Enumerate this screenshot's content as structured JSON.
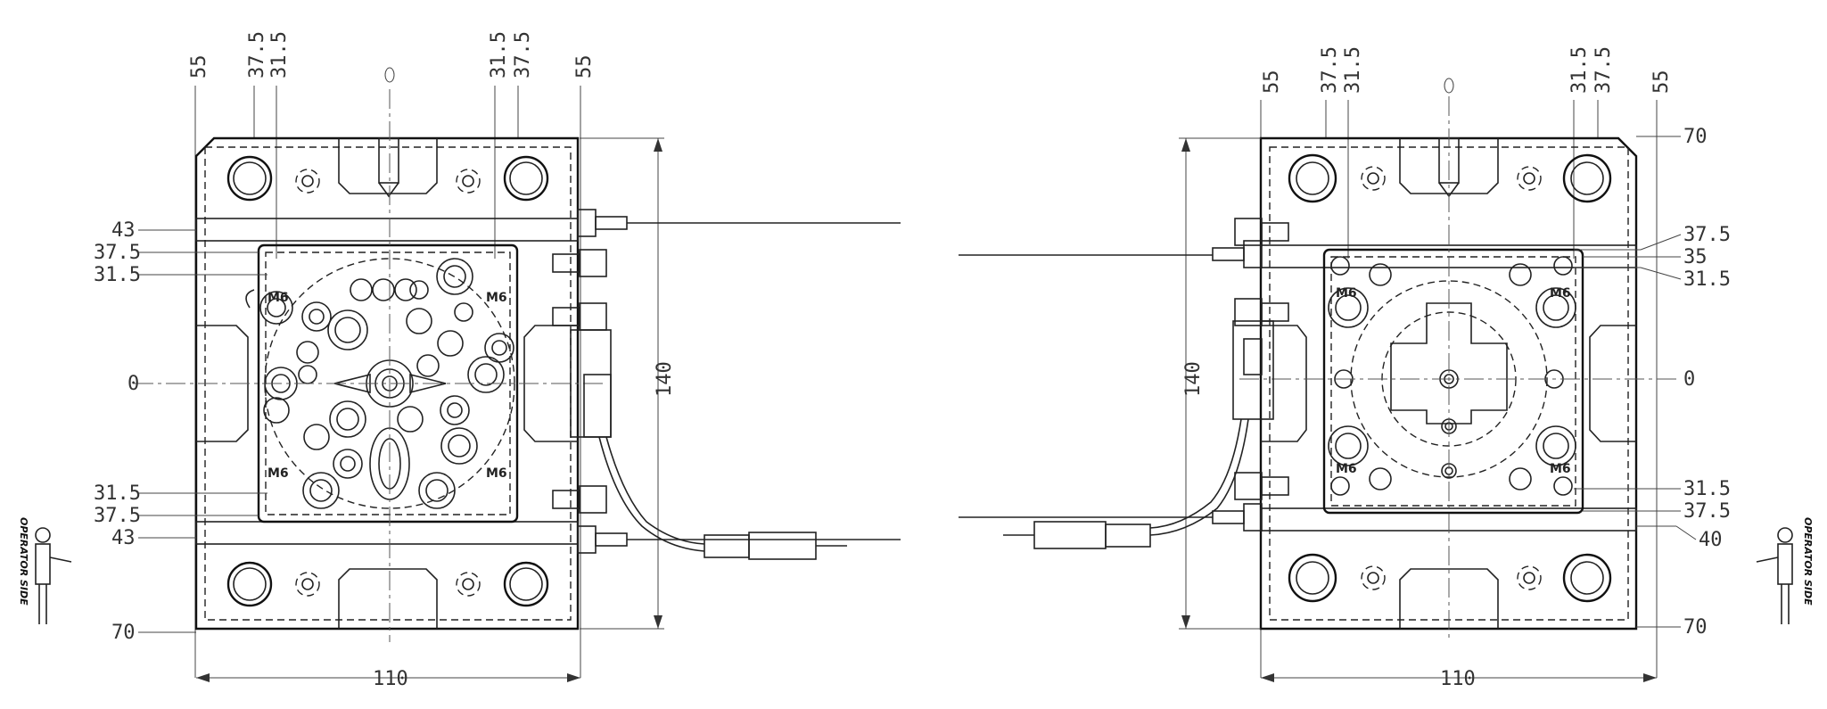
{
  "left_view": {
    "top_labels": [
      "55",
      "37.5",
      "31.5",
      "31.5",
      "37.5",
      "55"
    ],
    "side_labels": [
      "43",
      "37.5",
      "31.5",
      "0",
      "31.5",
      "37.5",
      "43",
      "70"
    ],
    "height_dim": "140",
    "width_dim": "110",
    "top_circle_label": "0",
    "thread_labels": [
      "M6",
      "M6",
      "M6",
      "M6"
    ]
  },
  "right_view": {
    "top_labels": [
      "55",
      "37.5",
      "31.5",
      "0",
      "31.5",
      "37.5",
      "55"
    ],
    "side_labels": [
      "70",
      "37.5",
      "35",
      "31.5",
      "0",
      "31.5",
      "37.5",
      "40",
      "70"
    ],
    "height_dim": "140",
    "width_dim": "110",
    "thread_labels": [
      "M6",
      "M6",
      "M6",
      "M6"
    ]
  },
  "operator_left": "OPERATOR SIDE",
  "operator_right": "OPERATOR SIDE",
  "line_color": "#222222"
}
